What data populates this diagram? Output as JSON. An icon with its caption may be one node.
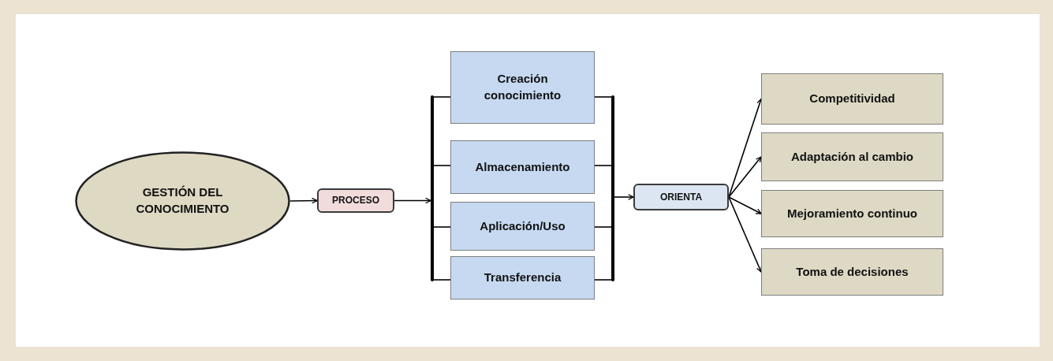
{
  "diagram": {
    "nodes": [
      {
        "text": [
          "GESTIÓN DEL CONOCIMIENTO"
        ]
      },
      {
        "text": [
          "PROCESO"
        ]
      },
      {
        "text": [],
        "shape": "bar"
      },
      {
        "text": [
          "Creación conocimiento"
        ]
      },
      {
        "text": [
          "Almacenamiento"
        ]
      },
      {
        "text": [
          "Aplicación/Uso"
        ]
      },
      {
        "text": [
          "Transferencia"
        ]
      },
      {
        "text": [],
        "shape": "bar"
      },
      {
        "text": [
          "ORIENTA"
        ]
      },
      {
        "text": [
          "Competitividad"
        ]
      },
      {
        "text": [
          "Adaptación al cambio"
        ]
      },
      {
        "text": [
          "Mejoramiento continuo"
        ]
      },
      {
        "text": [
          "Toma de decisiones"
        ]
      }
    ],
    "edges": [
      {
        "from": 0,
        "to": 1,
        "arrow": "to"
      },
      {
        "from": 1,
        "to": 2,
        "arrow": "to"
      },
      {
        "from": 2,
        "to": 3,
        "arrow": "none"
      },
      {
        "from": 2,
        "to": 4,
        "arrow": "none"
      },
      {
        "from": 2,
        "to": 5,
        "arrow": "none"
      },
      {
        "from": 2,
        "to": 6,
        "arrow": "none"
      },
      {
        "from": 3,
        "to": 7,
        "arrow": "none"
      },
      {
        "from": 4,
        "to": 7,
        "arrow": "none"
      },
      {
        "from": 5,
        "to": 7,
        "arrow": "none"
      },
      {
        "from": 6,
        "to": 7,
        "arrow": "none"
      },
      {
        "from": 7,
        "to": 8,
        "arrow": "to"
      },
      {
        "from": 8,
        "to": 9,
        "arrow": "to"
      },
      {
        "from": 8,
        "to": 10,
        "arrow": "to"
      },
      {
        "from": 8,
        "to": 11,
        "arrow": "to"
      },
      {
        "from": 8,
        "to": 12,
        "arrow": "to"
      }
    ]
  }
}
